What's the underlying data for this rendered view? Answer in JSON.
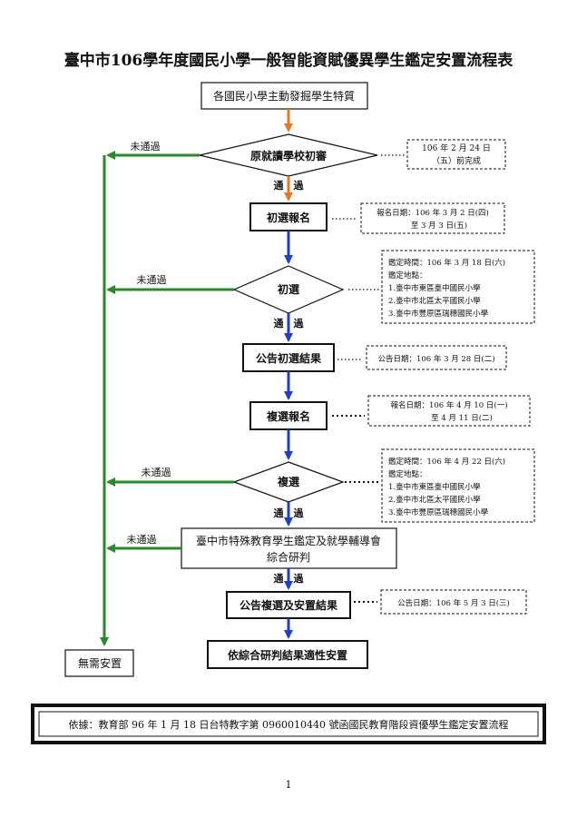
{
  "title": "臺中市106學年度國民小學一般智能資賦優異學生鑑定安置流程表",
  "steps": {
    "discover": "各國民小學主動發掘學生特質",
    "initial_review": "原就讀學校初審",
    "initial_register": "初選報名",
    "initial_selection": "初選",
    "announce_initial": "公告初選結果",
    "re_register": "複選報名",
    "re_selection": "複選",
    "committee_line1": "臺中市特殊教育學生鑑定及就學輔導會",
    "committee_line2": "綜合研判",
    "announce_final": "公告複選及安置結果",
    "placement": "依綜合研判結果適性安置",
    "no_placement": "無需安置"
  },
  "labels": {
    "pass": "通　過",
    "fail": "未通過"
  },
  "notes": {
    "initial_review": [
      "106 年 2 月 24 日",
      "（五）前完成"
    ],
    "initial_register": [
      "報名日期：106 年 3 月 2 日(四)",
      "至 3 月 3 日(五)"
    ],
    "initial_selection": [
      "鑑定時間：106 年 3 月 18 日(六)",
      "鑑定地點：",
      "1.臺中市東區臺中國民小學",
      "2.臺中市北區太平國民小學",
      "3.臺中市豐原區瑞穗國民小學"
    ],
    "announce_initial": [
      "公告日期：106 年 3 月 28 日(二)"
    ],
    "re_register": [
      "報名日期：106 年 4 月 10 日(一)",
      "至 4 月 11 日(二)"
    ],
    "re_selection": [
      "鑑定時間：106 年 4 月 22 日(六)",
      "鑑定地點：",
      "1.臺中市東區臺中國民小學",
      "2.臺中市北區太平國民小學",
      "3.臺中市豐原區瑞穗國民小學"
    ],
    "announce_final": [
      "公告日期：106 年 5 月 3 日(三)"
    ]
  },
  "footer": "依據：教育部 96 年 1 月 18 日台特教字第 0960010440 號函國民教育階段資優學生鑑定安置流程",
  "page_number": "1",
  "colors": {
    "orange": "#e87722",
    "blue": "#1f3ecf",
    "green": "#2a8a2a",
    "ink": "#111111"
  }
}
